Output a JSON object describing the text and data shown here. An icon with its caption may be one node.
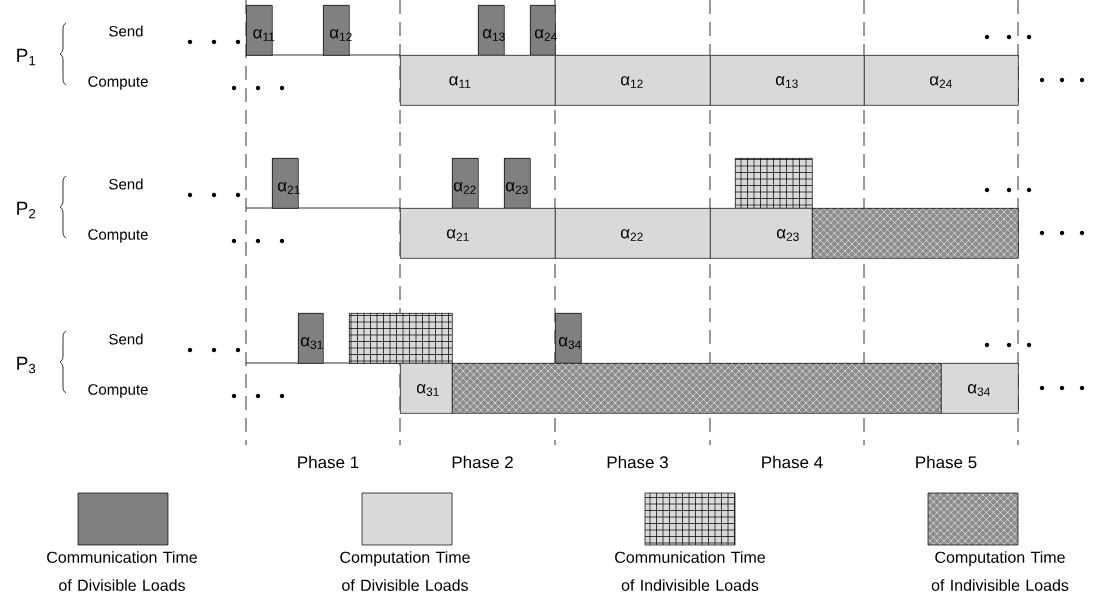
{
  "diagram": {
    "nodes": [
      {
        "text": [
          "α$_{11}$"
        ]
      },
      {
        "text": [
          "α$_{12}$"
        ]
      },
      {
        "text": [
          "α$_{13}$"
        ]
      },
      {
        "text": [
          "α$_{24}$"
        ]
      },
      {
        "text": [
          "α$_{11}$"
        ]
      },
      {
        "text": [
          "α$_{12}$"
        ]
      },
      {
        "text": [
          "α$_{13}$"
        ]
      },
      {
        "text": [
          "α$_{24}$"
        ]
      },
      {
        "text": [
          "α$_{21}$"
        ]
      },
      {
        "text": [
          "α$_{22}$"
        ]
      },
      {
        "text": [
          "α$_{23}$"
        ]
      },
      {
        "text": [],
        "shape": "box"
      },
      {
        "text": [
          "α$_{21}$"
        ]
      },
      {
        "text": [
          "α$_{22}$"
        ]
      },
      {
        "text": [
          "α$_{23}$"
        ]
      },
      {
        "text": [],
        "shape": "box"
      },
      {
        "text": [
          "α$_{31}$"
        ]
      },
      {
        "text": [],
        "shape": "box"
      },
      {
        "text": [
          "α$_{34}$"
        ]
      },
      {
        "text": [
          "α$_{31}$"
        ]
      },
      {
        "text": [],
        "shape": "box"
      },
      {
        "text": [
          "α$_{34}$"
        ]
      }
    ],
    "labels": [
      "P$_{1}$",
      "Send",
      "Compute",
      "P$_{2}$",
      "Send",
      "Compute",
      "P$_{3}$",
      "Send",
      "Compute",
      "Phase 1",
      "Phase 2",
      "Phase 3",
      "Phase 4",
      "Phase 5"
    ],
    "legend": [
      {
        "text": "Communication Time of Divisible Loads",
        "color": "#808080"
      },
      {
        "text": "Computation Time of Divisible Loads",
        "color": "#d9d9d9"
      },
      {
        "text": "Communication Time of Indivisible Loads"
      },
      {
        "text": "Computation Time of Indivisible Loads"
      }
    ]
  }
}
